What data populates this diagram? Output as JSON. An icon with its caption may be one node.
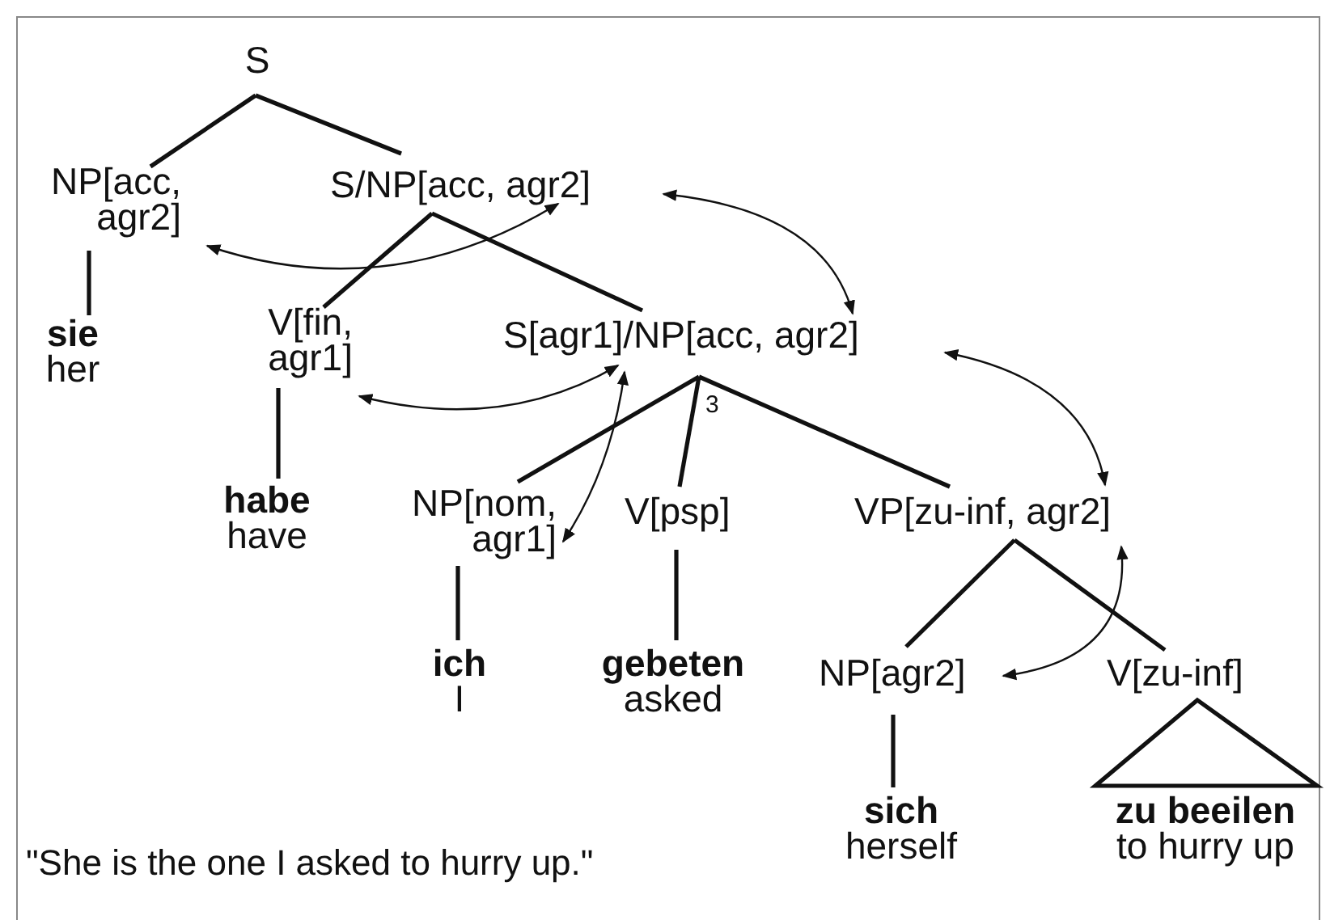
{
  "diagram": {
    "nodes": [
      {
        "text": [
          "S"
        ]
      },
      {
        "text": [
          "NP[acc, agr2]"
        ]
      },
      {
        "text": [
          "S/NP[acc, agr2]"
        ]
      },
      {
        "text": [
          "sie",
          "her"
        ]
      },
      {
        "text": [
          "V[fin, agr1]"
        ]
      },
      {
        "text": [
          "S[agr1]/NP[acc, agr2]"
        ]
      },
      {
        "text": [
          "habe",
          "have"
        ]
      },
      {
        "text": [
          "NP[nom, agr1]"
        ]
      },
      {
        "text": [
          "V[psp]"
        ]
      },
      {
        "text": [
          "VP[zu-inf, agr2]"
        ]
      },
      {
        "text": [
          "ich",
          "I"
        ]
      },
      {
        "text": [
          "gebeten",
          "asked"
        ]
      },
      {
        "text": [
          "NP[agr2]"
        ]
      },
      {
        "text": [
          "V[zu-inf]"
        ]
      },
      {
        "text": [
          "sich",
          "herself"
        ]
      },
      {
        "text": [
          "zu beeilen",
          "to hurry up"
        ]
      }
    ],
    "edges": [
      {
        "from": 0,
        "to": 1,
        "arrow": "none"
      },
      {
        "from": 0,
        "to": 2,
        "arrow": "none"
      },
      {
        "from": 1,
        "to": 3,
        "arrow": "none"
      },
      {
        "from": 2,
        "to": 4,
        "arrow": "none"
      },
      {
        "from": 2,
        "to": 5,
        "arrow": "none"
      },
      {
        "from": 4,
        "to": 6,
        "arrow": "none"
      },
      {
        "from": 5,
        "to": 7,
        "arrow": "none"
      },
      {
        "from": 5,
        "to": 8,
        "arrow": "none",
        "label": "3"
      },
      {
        "from": 5,
        "to": 9,
        "arrow": "none"
      },
      {
        "from": 7,
        "to": 10,
        "arrow": "none"
      },
      {
        "from": 8,
        "to": 11,
        "arrow": "none"
      },
      {
        "from": 9,
        "to": 12,
        "arrow": "none"
      },
      {
        "from": 9,
        "to": 13,
        "arrow": "none"
      },
      {
        "from": 12,
        "to": 14,
        "arrow": "none"
      },
      {
        "from": 13,
        "to": 15,
        "arrow": "none"
      },
      {
        "from": 1,
        "to": 2,
        "arrow": "both"
      },
      {
        "from": 2,
        "to": 5,
        "arrow": "both"
      },
      {
        "from": 4,
        "to": 5,
        "arrow": "both"
      },
      {
        "from": 7,
        "to": 5,
        "arrow": "both"
      },
      {
        "from": 5,
        "to": 9,
        "arrow": "both"
      },
      {
        "from": 12,
        "to": 9,
        "arrow": "both"
      }
    ],
    "labels": [
      "\"She is the one I asked to hurry up.\""
    ]
  }
}
